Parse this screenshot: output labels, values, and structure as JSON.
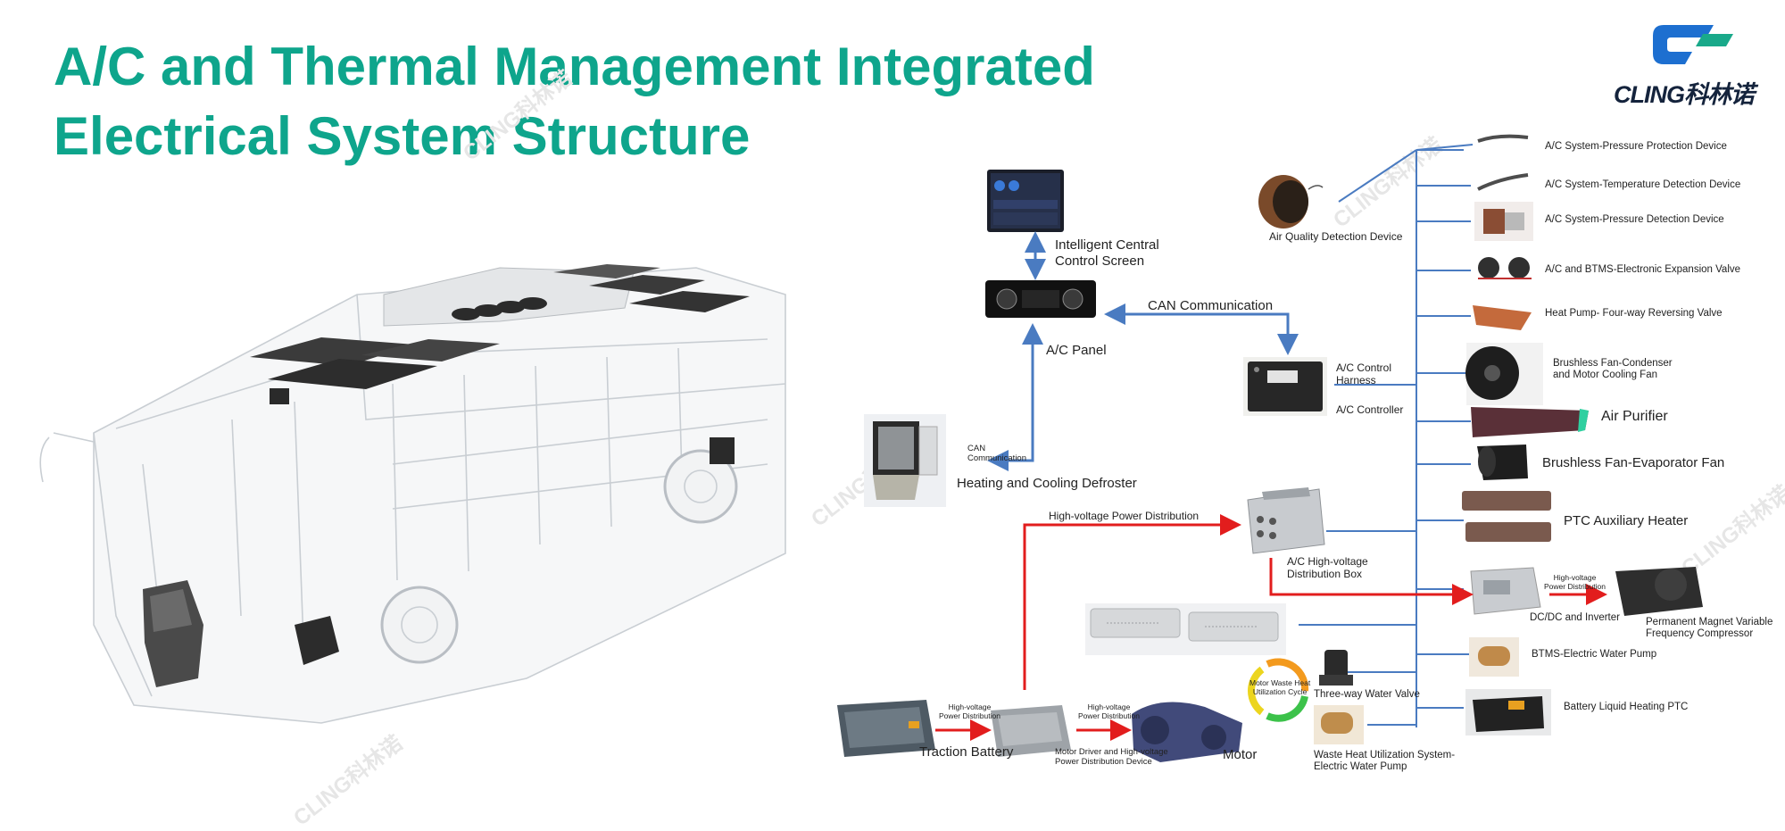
{
  "title_line1": "A/C and Thermal Management Integrated",
  "title_line2": "Electrical System Structure",
  "logo": {
    "text": "CLING科林诺"
  },
  "watermark": "CLING科林诺",
  "colors": {
    "title": "#0ea58c",
    "link_blue": "#4a7bc1",
    "power_red": "#e21d1d",
    "logo_blue": "#1d6fd0",
    "logo_green": "#19a98a"
  },
  "center": {
    "screen": "Intelligent Central Control Screen",
    "screen_l1": "Intelligent Central",
    "screen_l2": "Control Screen",
    "panel": "A/C Panel",
    "can": "CAN Communication",
    "defroster_can_l1": "CAN",
    "defroster_can_l2": "Communication",
    "defroster": "Heating and Cooling Defroster",
    "harness_l1": "A/C Control",
    "harness_l2": "Harness",
    "controller": "A/C Controller",
    "air_quality": "Air Quality Detection Device",
    "hv_power": "High-voltage Power Distribution",
    "hv_box_l1": "A/C High-voltage",
    "hv_box_l2": "Distribution Box",
    "traction_battery": "Traction Battery",
    "motor": "Motor",
    "motor_driver_l1": "Motor Driver and High-voltage",
    "motor_driver_l2": "Power Distribution Device",
    "hv_small_l1": "High-voltage",
    "hv_small_l2": "Power Distribution",
    "waste_heat_cycle_l1": "Motor Waste Heat",
    "waste_heat_cycle_l2": "Utilization Cycle",
    "three_way_valve": "Three-way Water Valve",
    "waste_pump_l1": "Waste Heat Utilization System-",
    "waste_pump_l2": "Electric Water Pump"
  },
  "devices": [
    {
      "label": "A/C System-Pressure Protection Device"
    },
    {
      "label": "A/C System-Temperature Detection Device"
    },
    {
      "label": "A/C System-Pressure Detection Device"
    },
    {
      "label": "A/C and BTMS-Electronic Expansion Valve"
    },
    {
      "label": "Heat Pump- Four-way Reversing Valve"
    },
    {
      "label_l1": "Brushless Fan-Condenser",
      "label_l2": "and Motor Cooling Fan"
    },
    {
      "label": "Air Purifier"
    },
    {
      "label": "Brushless Fan-Evaporator Fan"
    },
    {
      "label": "PTC Auxiliary Heater"
    },
    {
      "label": "DC/DC and Inverter"
    },
    {
      "label": "BTMS-Electric Water Pump"
    },
    {
      "label": "Battery Liquid Heating PTC"
    }
  ],
  "compressor": {
    "label_l1": "Permanent Magnet Variable",
    "label_l2": "Frequency Compressor",
    "hv_l1": "High-voltage",
    "hv_l2": "Power Distribution"
  }
}
